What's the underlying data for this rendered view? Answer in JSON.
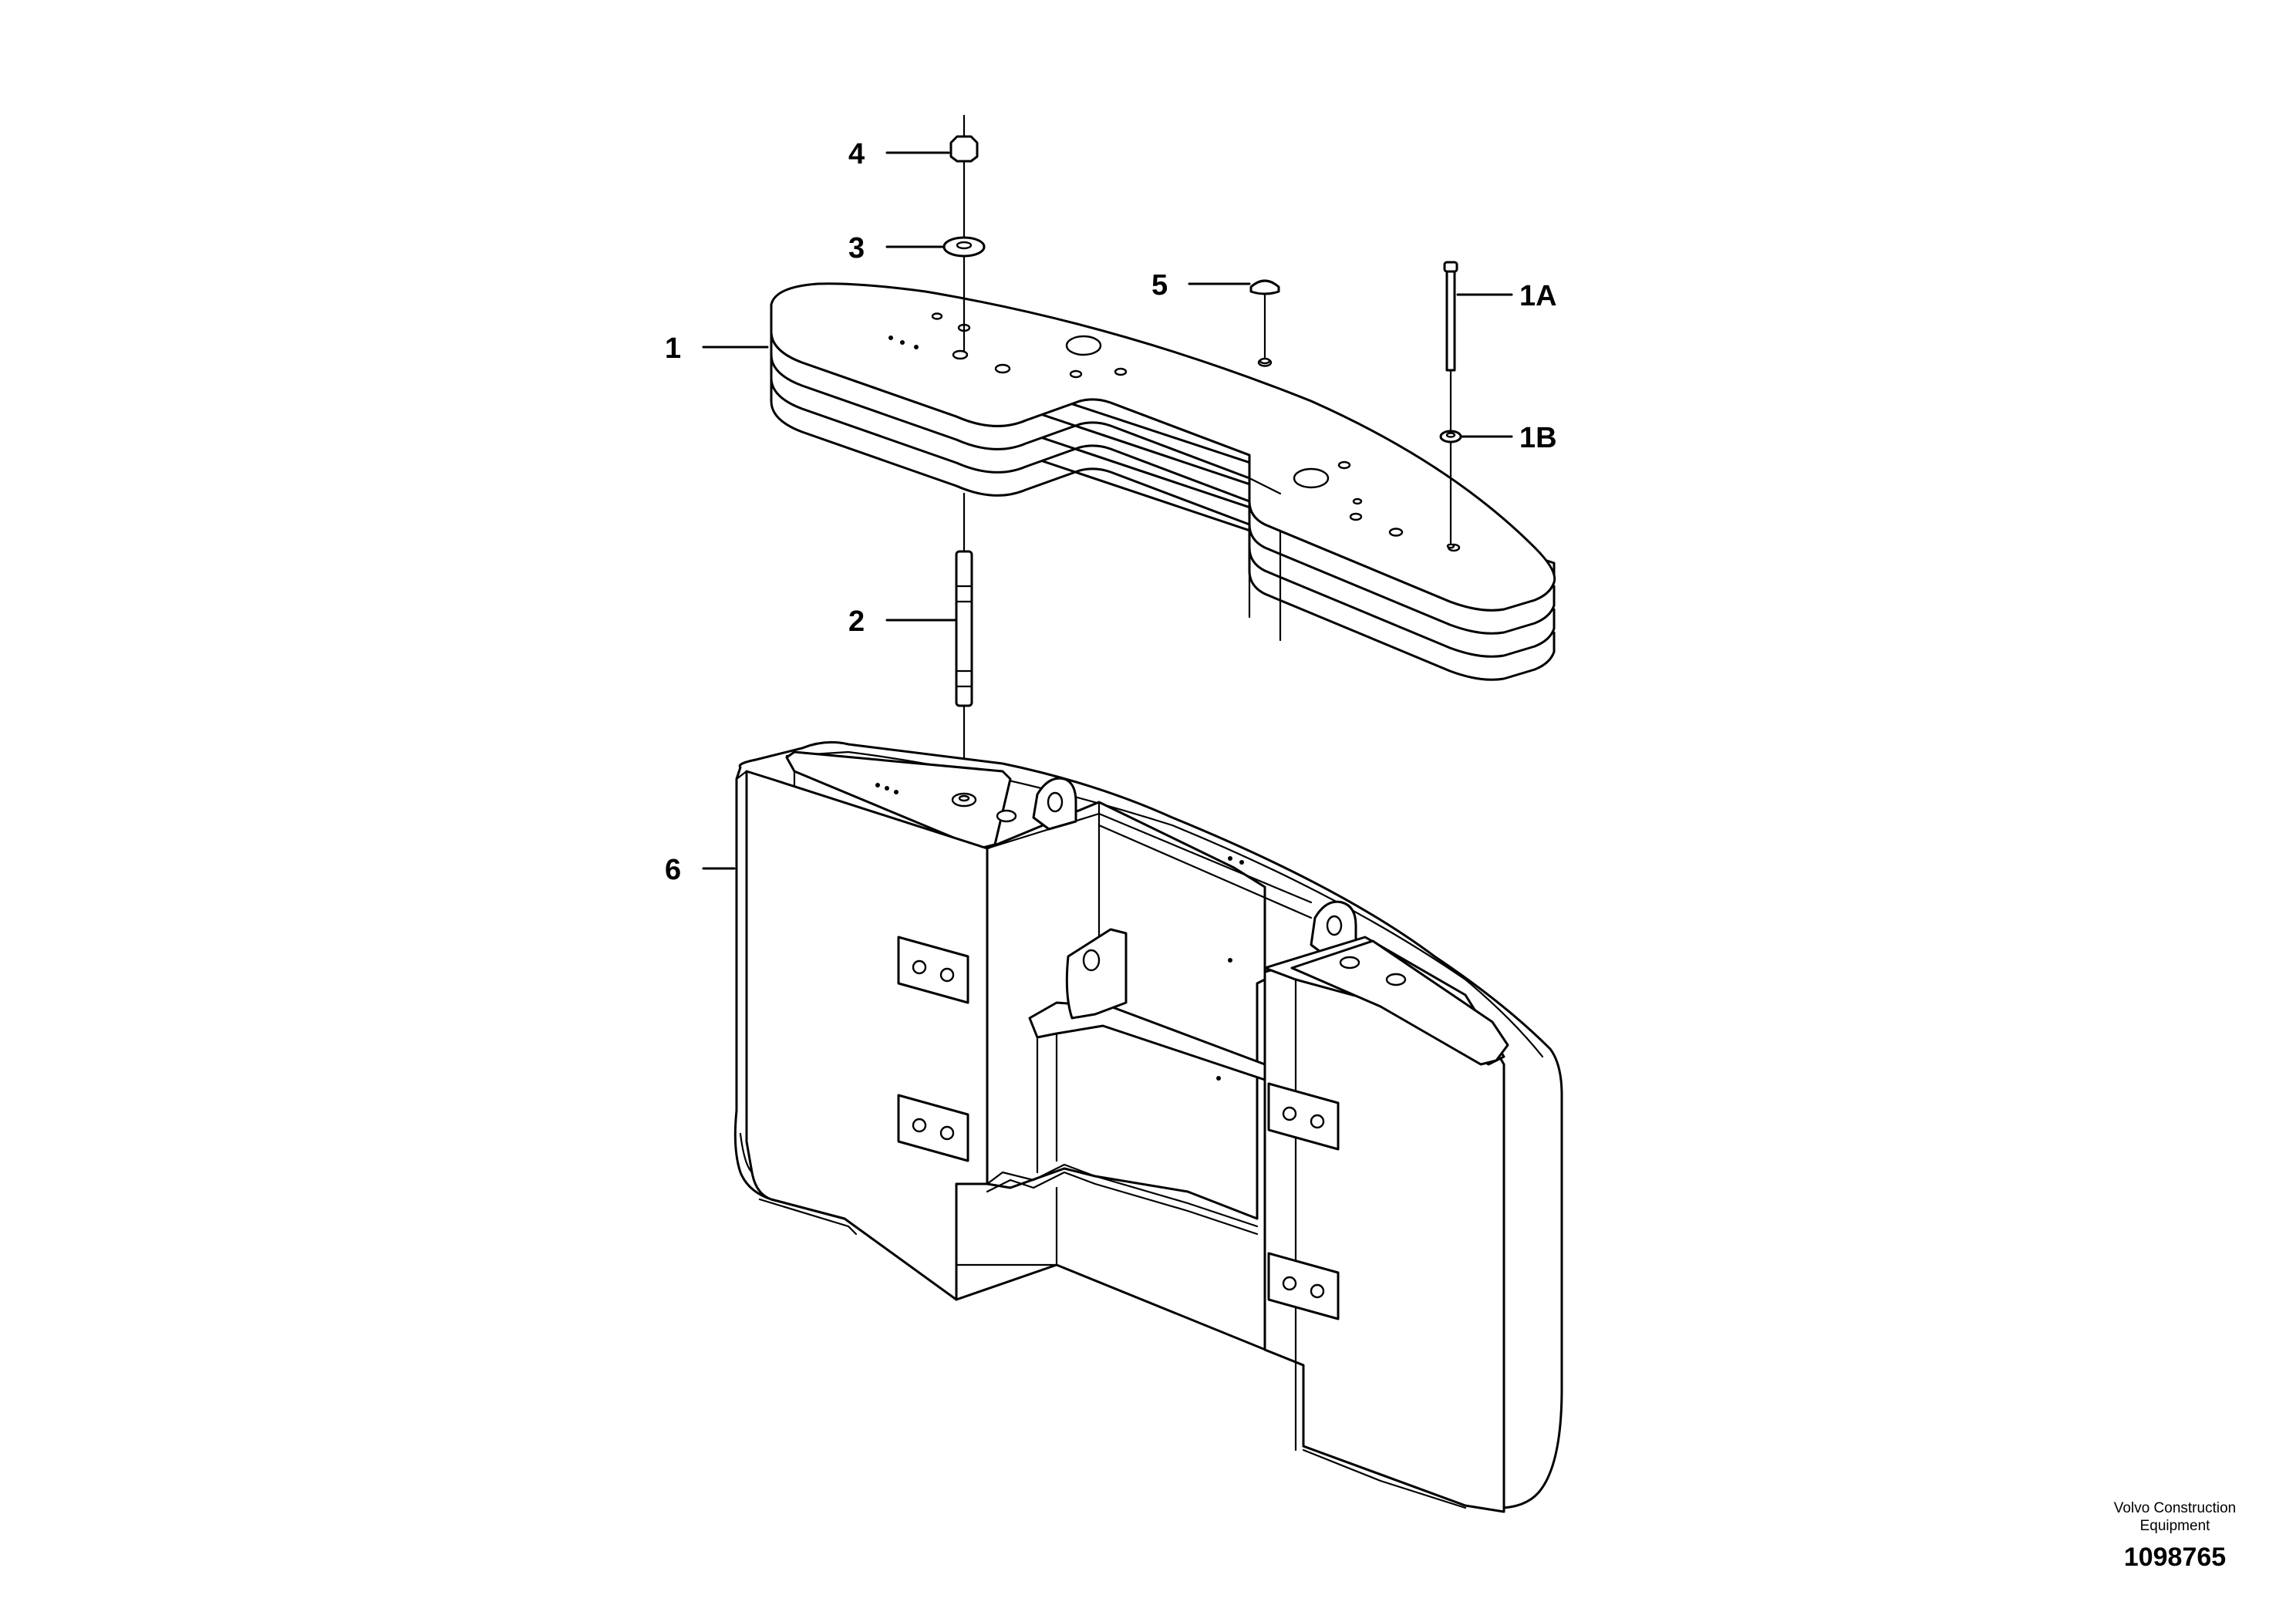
{
  "callouts": [
    {
      "id": "1",
      "label": "1"
    },
    {
      "id": "1A",
      "label": "1A"
    },
    {
      "id": "1B",
      "label": "1B"
    },
    {
      "id": "2",
      "label": "2"
    },
    {
      "id": "3",
      "label": "3"
    },
    {
      "id": "4",
      "label": "4"
    },
    {
      "id": "5",
      "label": "5"
    },
    {
      "id": "6",
      "label": "6"
    }
  ],
  "credit": {
    "company": "Volvo Construction Equipment",
    "drawing_number": "1098765"
  }
}
